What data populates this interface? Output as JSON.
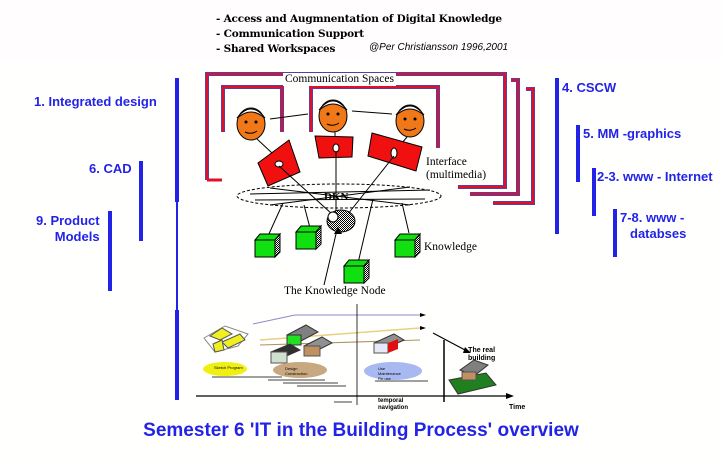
{
  "header": {
    "lines": [
      "- Access and Augmnentation of Digital Knowledge",
      "- Communication Support",
      "- Shared Workspaces"
    ],
    "copyright": "@Per Christiansson 1996,2001"
  },
  "left_topics": [
    {
      "label": "1. Integrated design"
    },
    {
      "label": "6. CAD"
    },
    {
      "label_line1": "9. Product",
      "label_line2": "Models"
    }
  ],
  "right_topics": [
    {
      "label": "4. CSCW"
    },
    {
      "label": "5. MM -graphics"
    },
    {
      "label": "2-3. www - Internet"
    },
    {
      "label_line1": "7-8. www -",
      "label_line2": "databses"
    }
  ],
  "diagram": {
    "communication_spaces_label": "Communication Spaces",
    "interface_label_line1": "Interface",
    "interface_label_line2": "(multimedia)",
    "dkn_label": "DKN",
    "knowledge_label": "Knowledge",
    "knowledge_node_label": "The Knowledge Node",
    "colors": {
      "frame_red": "#e0102a",
      "frame_shadow": "#5a3fa0",
      "face_orange": "#f07818",
      "screen_red": "#f01010",
      "cube_green": "#10e010",
      "accent_blue": "#2323e8"
    }
  },
  "process_image": {
    "stage_labels": [
      "Sketch Program",
      "Design Construction",
      "Use Maintenance Re-use"
    ],
    "real_building_line1": "The real",
    "real_building_line2": "building",
    "temporal_line1": "temporal",
    "temporal_line2": "navigation",
    "time_label": "Time"
  },
  "footer": {
    "title": "Semester 6 'IT in the Building Process' overview"
  }
}
